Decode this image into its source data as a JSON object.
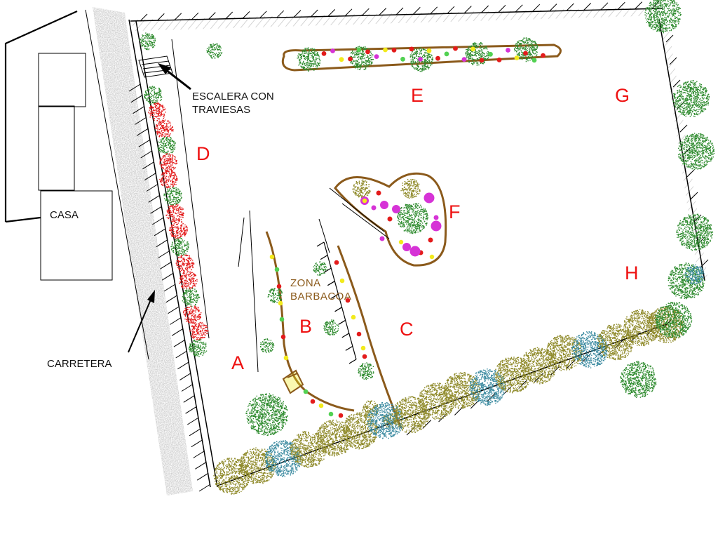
{
  "zones": {
    "a": "A",
    "b": "B",
    "c": "C",
    "d": "D",
    "e": "E",
    "f": "F",
    "g": "G",
    "h": "H"
  },
  "labels": {
    "casa": "CASA",
    "carretera": "CARRETERA",
    "escalera_line1": "ESCALERA CON",
    "escalera_line2": "TRAVIESAS",
    "zona": "ZONA",
    "barbacoa": "BARBACOA"
  },
  "colors": {
    "zone_letter": "#ee1111",
    "bed_outline": "#8b5a1b",
    "shrub_green": "#2e8b2e",
    "shrub_olive": "#8f8a2a",
    "shrub_teal": "#3b8aa0",
    "flower_red": "#e31b1b",
    "flower_magenta": "#d633d6",
    "flower_yellow": "#f2ea1c",
    "road_gray": "#c8c8c8"
  }
}
